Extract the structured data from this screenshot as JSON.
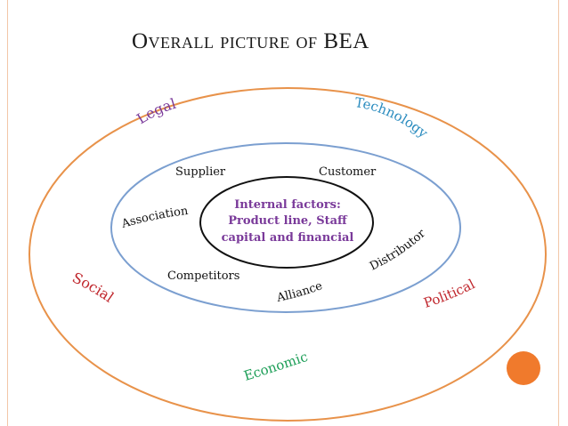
{
  "title": {
    "lead": "Overall picture of",
    "acronym": "BEA"
  },
  "macro": {
    "legal": "Legal",
    "technology": "Technology",
    "social": "Social",
    "political": "Political",
    "economic": "Economic"
  },
  "micro": {
    "supplier": "Supplier",
    "customer": "Customer",
    "association": "Association",
    "distributor": "Distributor",
    "competitors": "Competitors",
    "alliance": "Alliance"
  },
  "internal": {
    "line1": "Internal factors:",
    "line2": "Product line, Staff",
    "line3": "capital and financial"
  },
  "colors": {
    "outer_ring": "#e8924a",
    "middle_ring": "#7b9fd0",
    "inner_ring": "#111111",
    "legal": "#7a3a9a",
    "technology": "#2b8cbf",
    "social": "#c0272d",
    "political": "#c0272d",
    "economic": "#1c9e57",
    "internal_text": "#7a3a9a",
    "accent_dot": "#f07a2c"
  }
}
